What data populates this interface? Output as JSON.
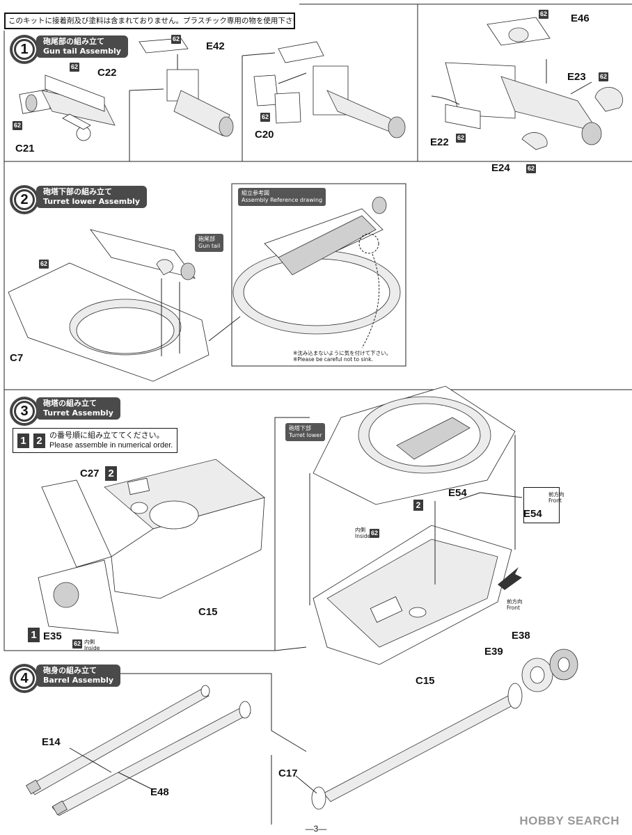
{
  "notice": "このキットに接着剤及び塗料は含まれておりません。プラスチック専用の物を使用下さい。",
  "paint_code": "62",
  "steps": [
    {
      "number": "1",
      "title_ja": "砲尾部の組み立て",
      "title_en": "Gun tail Assembly",
      "parts": [
        "C22",
        "C21",
        "E42",
        "C20",
        "E46",
        "E23",
        "E22",
        "E24"
      ]
    },
    {
      "number": "2",
      "title_ja": "砲塔下部の組み立て",
      "title_en": "Turret lower Assembly",
      "parts": [
        "C7"
      ],
      "gun_tail_tag_ja": "砲尾部",
      "gun_tail_tag_en": "Gun tail",
      "reference_title_ja": "組立参考図",
      "reference_title_en": "Assembly Reference drawing",
      "caution_ja": "※沈み込まないように気を付けて下さい。",
      "caution_en": "※Please be careful not to sink."
    },
    {
      "number": "3",
      "title_ja": "砲塔の組み立て",
      "title_en": "Turret Assembly",
      "order_num_1": "1",
      "order_num_2": "2",
      "order_ja": "の番号順に組み立ててください。",
      "order_en": "Please assemble in numerical order.",
      "parts": [
        "C27",
        "E35",
        "C15",
        "E54",
        "E54",
        "C15"
      ],
      "inside_ja": "内側",
      "inside_en": "Inside",
      "turret_lower_ja": "砲塔下部",
      "turret_lower_en": "Turret lower",
      "front_ja": "前方向",
      "front_en": "Front"
    },
    {
      "number": "4",
      "title_ja": "砲身の組み立て",
      "title_en": "Barrel Assembly",
      "parts": [
        "E14",
        "E48",
        "C17",
        "E38",
        "E39"
      ]
    }
  ],
  "page_number": "—3—",
  "watermark": "HOBBY SEARCH"
}
